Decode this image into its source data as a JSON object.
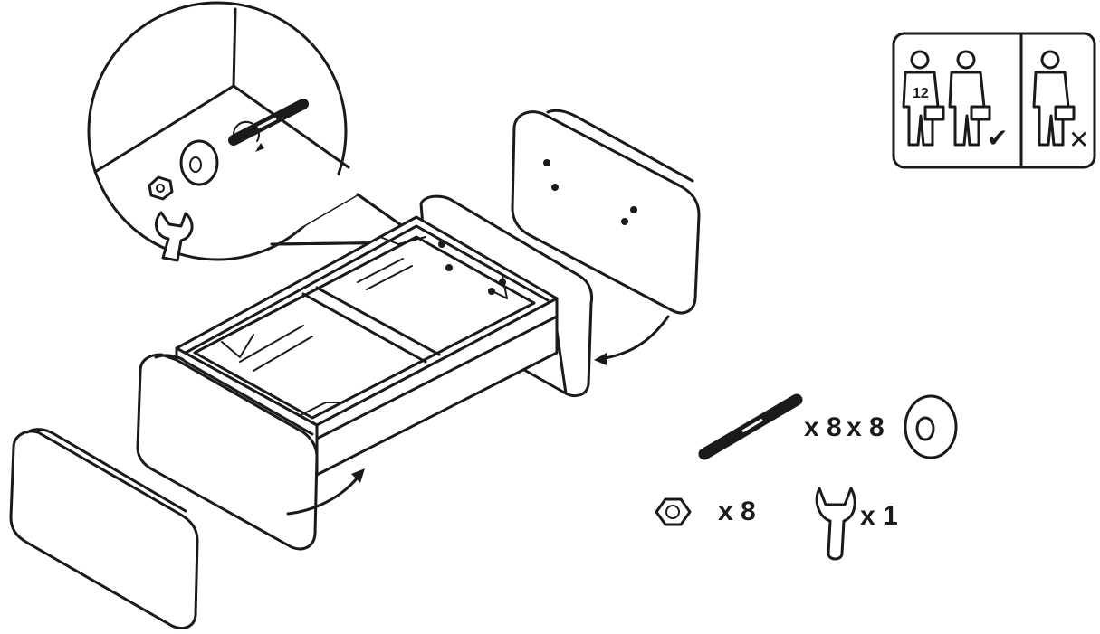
{
  "quantities": {
    "bolt": "x 8",
    "washer": "x 8",
    "nut": "x 8",
    "wrench": "x 1"
  },
  "people_panel": {
    "person_count_label": "12",
    "ok_mark": "✔",
    "no_mark": "✕"
  },
  "colors": {
    "ink": "#1a1a1a",
    "paper": "#ffffff"
  }
}
